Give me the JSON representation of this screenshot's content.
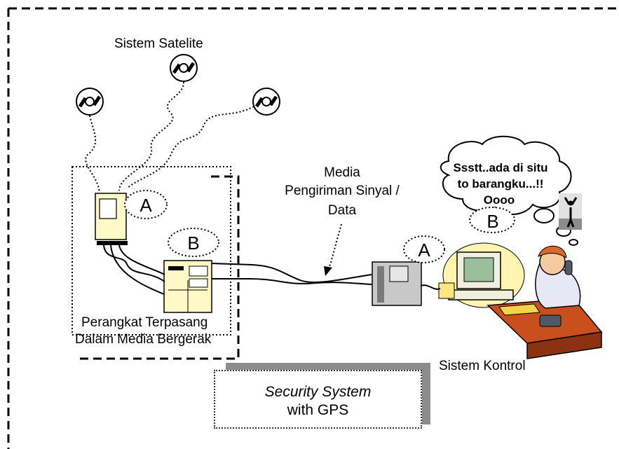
{
  "satellite": {
    "label": "Sistem Satelite"
  },
  "media": {
    "line1": "Media",
    "line2": "Pengiriman Sinyal /",
    "line3": "Data"
  },
  "device": {
    "line1": "Perangkat Terpasang",
    "line2": "Dalam Media Bergerak"
  },
  "control": {
    "label": "Sistem Kontrol"
  },
  "bubble": {
    "line1": "Ssstt..ada di situ",
    "line2": "to barangku...!!",
    "line3": "Oooo"
  },
  "markers": {
    "a_vehicle": "A",
    "b_vehicle": "B",
    "a_control": "A",
    "b_control": "B"
  },
  "title": {
    "line1": "Security System",
    "line2": "with GPS"
  }
}
